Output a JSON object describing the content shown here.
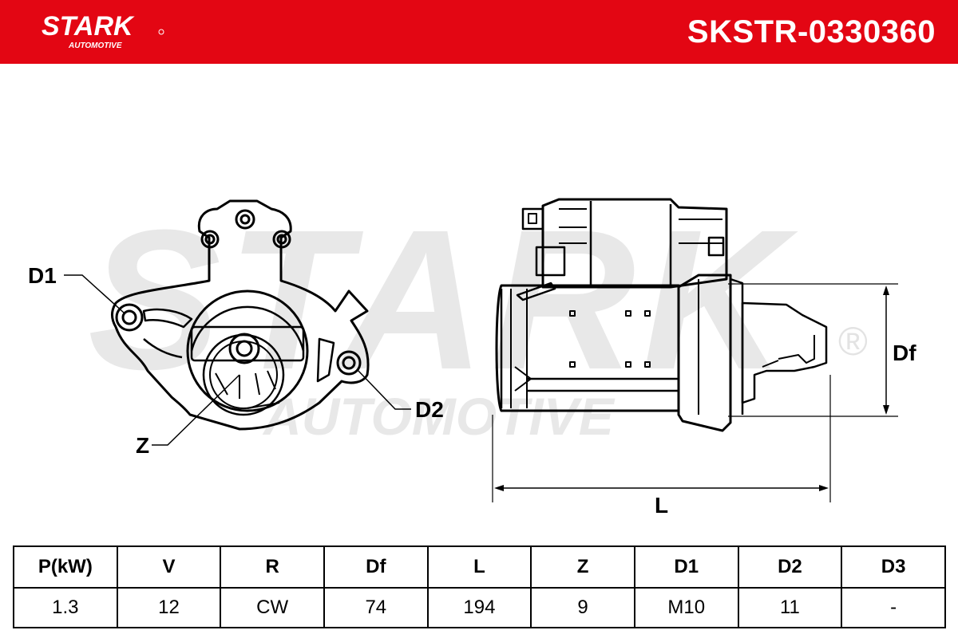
{
  "brand": {
    "logo_text": "STARK",
    "logo_sub": "AUTOMOTIVE",
    "color": "#e30613"
  },
  "part_number": "SKSTR-0330360",
  "watermark": {
    "main": "STARK",
    "sub": "AUTOMOTIVE",
    "mark": "®"
  },
  "labels": {
    "d1": "D1",
    "d2": "D2",
    "z": "Z",
    "df": "Df",
    "l": "L"
  },
  "table": {
    "headers": [
      "P(kW)",
      "V",
      "R",
      "Df",
      "L",
      "Z",
      "D1",
      "D2",
      "D3"
    ],
    "values": [
      "1.3",
      "12",
      "CW",
      "74",
      "194",
      "9",
      "M10",
      "11",
      "-"
    ]
  }
}
